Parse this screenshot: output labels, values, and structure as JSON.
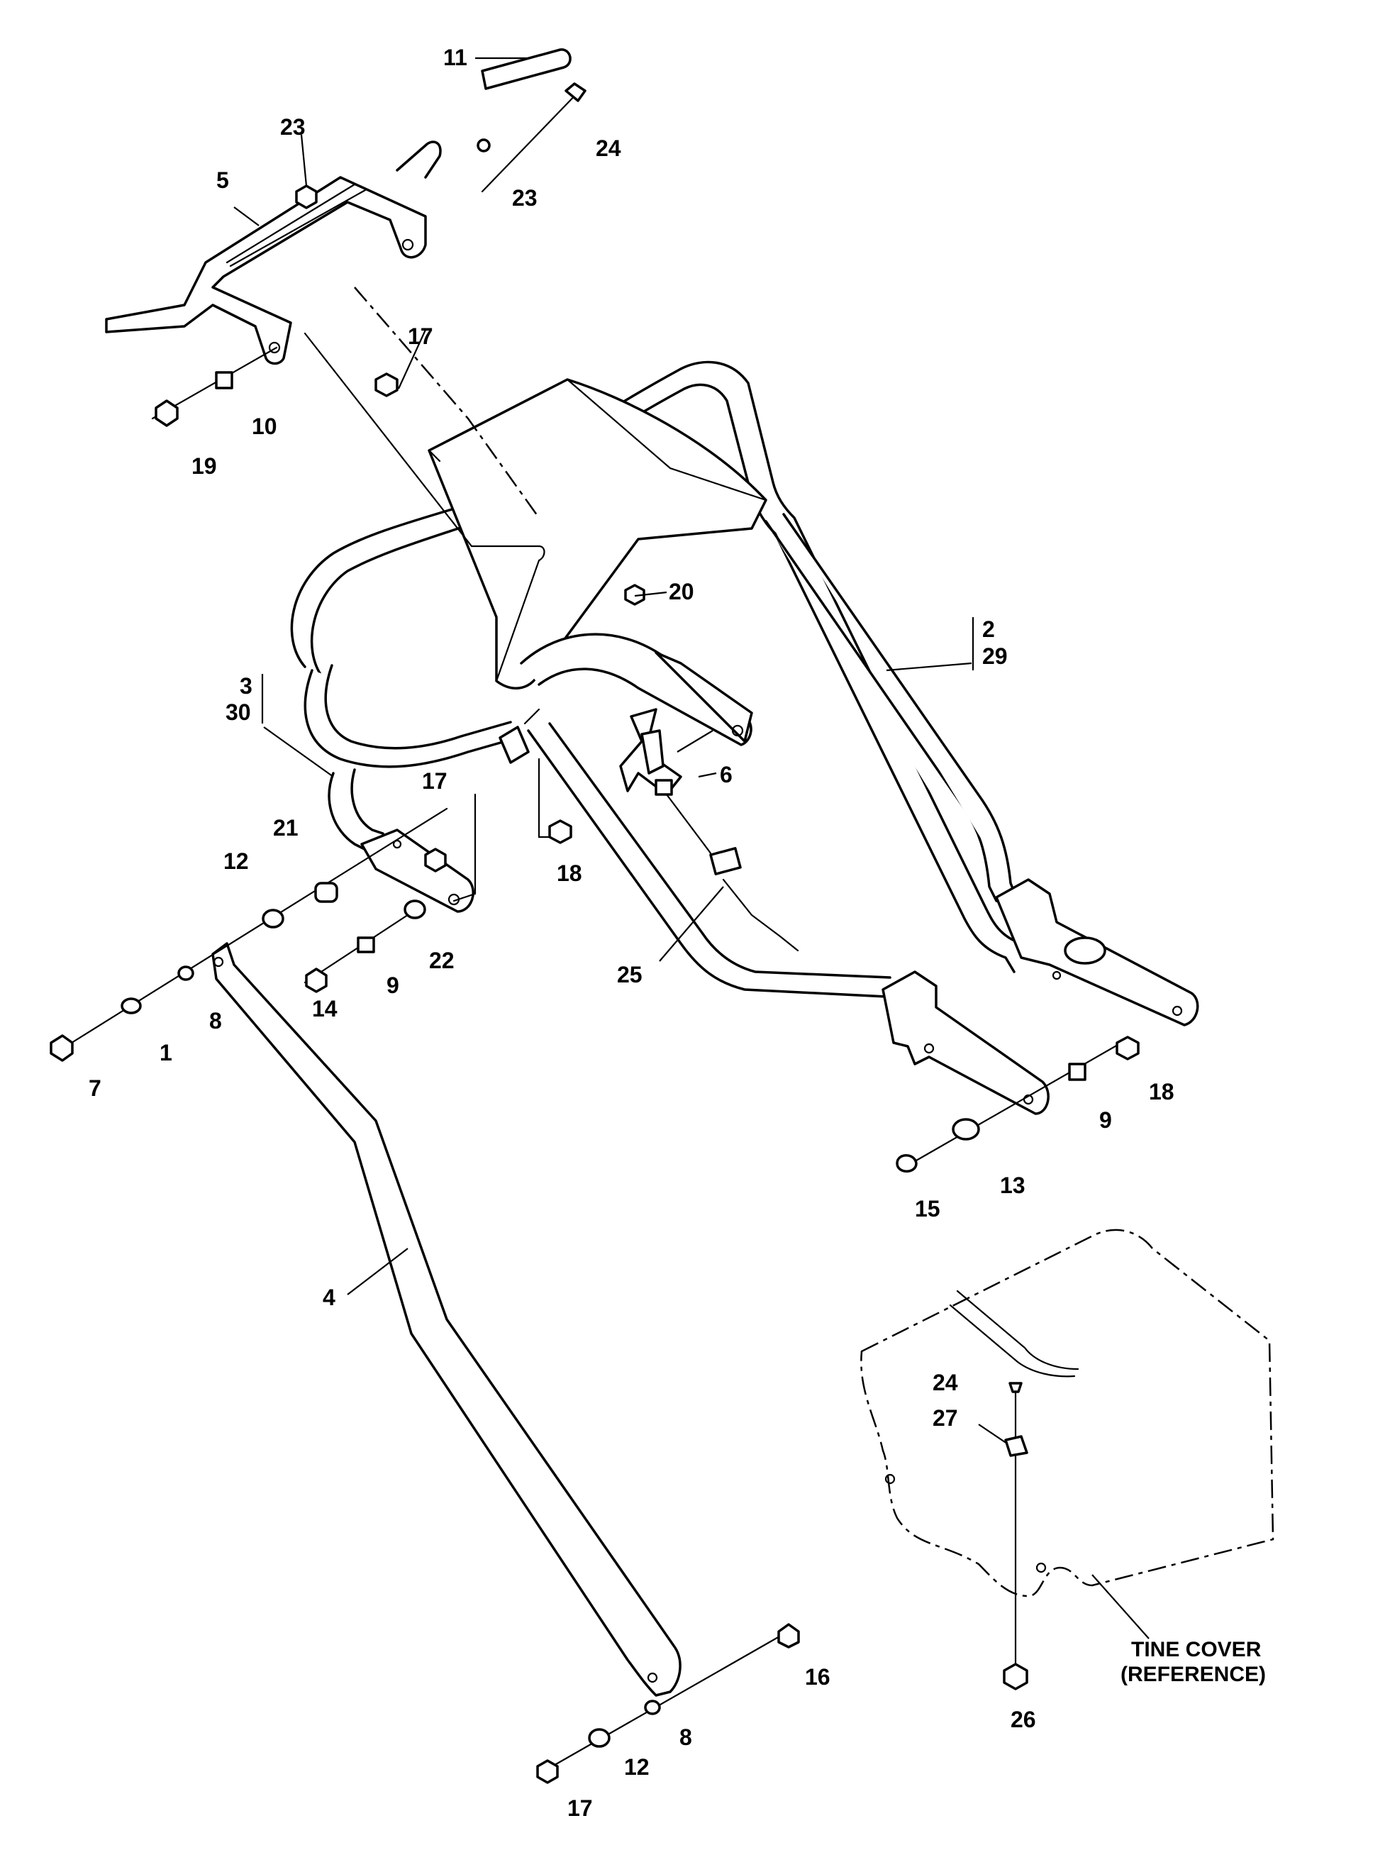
{
  "callouts": {
    "c1": "1",
    "c2": "2",
    "c3": "3",
    "c4": "4",
    "c5": "5",
    "c6": "6",
    "c7": "7",
    "c8a": "8",
    "c8b": "8",
    "c9a": "9",
    "c9b": "9",
    "c10": "10",
    "c11": "11",
    "c12a": "12",
    "c12b": "12",
    "c13": "13",
    "c14": "14",
    "c15": "15",
    "c16": "16",
    "c17a": "17",
    "c17b": "17",
    "c17c": "17",
    "c18a": "18",
    "c18b": "18",
    "c19": "19",
    "c20": "20",
    "c21": "21",
    "c22": "22",
    "c23a": "23",
    "c23b": "23",
    "c24a": "24",
    "c24b": "24",
    "c25": "25",
    "c26": "26",
    "c27": "27",
    "c29": "29",
    "c30": "30"
  },
  "reference": {
    "line1": "TINE COVER",
    "line2": "(REFERENCE)"
  }
}
